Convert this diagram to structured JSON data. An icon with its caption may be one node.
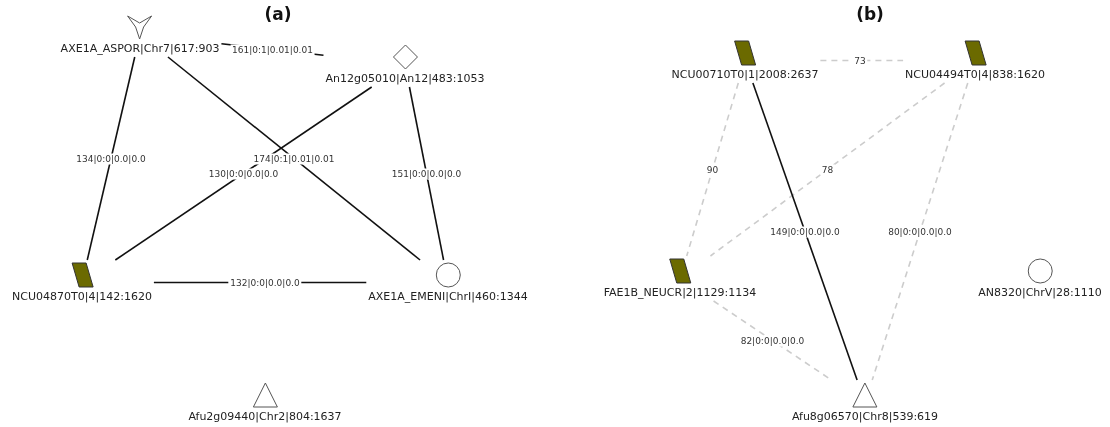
{
  "diagram": {
    "nodes": [
      {
        "text": [
          "AXE1A_ASPOR|Chr7|617:903"
        ]
      },
      {
        "text": [
          "An12g05010|An12|483:1053"
        ]
      },
      {
        "text": [
          "NCU04870T0|4|142:1620"
        ]
      },
      {
        "text": [
          "AXE1A_EMENI|ChrI|460:1344"
        ]
      },
      {
        "text": [
          "Afu2g09440|Chr2|804:1637"
        ]
      },
      {
        "text": [
          "NCU00710T0|1|2008:2637"
        ]
      },
      {
        "text": [
          "NCU04494T0|4|838:1620"
        ]
      },
      {
        "text": [
          "FAE1B_NEUCR|2|1129:1134"
        ]
      },
      {
        "text": [
          "Afu8g06570|Chr8|539:619"
        ]
      },
      {
        "text": [
          "AN8320|ChrV|28:1110"
        ]
      }
    ],
    "edges": [
      {
        "from": 0,
        "to": 1,
        "arrow": "none",
        "label": "161|0:1|0.01|0.01"
      },
      {
        "from": 0,
        "to": 2,
        "arrow": "none",
        "label": "134|0:0|0.0|0.0"
      },
      {
        "from": 0,
        "to": 3,
        "arrow": "none",
        "label": "174|0:1|0.01|0.01"
      },
      {
        "from": 1,
        "to": 2,
        "arrow": "none",
        "label": "130|0:0|0.0|0.0"
      },
      {
        "from": 1,
        "to": 3,
        "arrow": "none",
        "label": "151|0:0|0.0|0.0"
      },
      {
        "from": 2,
        "to": 3,
        "arrow": "none",
        "label": "132|0:0|0.0|0.0"
      },
      {
        "from": 5,
        "to": 6,
        "arrow": "none",
        "label": "73",
        "style": "dashed",
        "color": "#cccccc"
      },
      {
        "from": 5,
        "to": 7,
        "arrow": "none",
        "label": "90",
        "style": "dashed",
        "color": "#cccccc"
      },
      {
        "from": 6,
        "to": 7,
        "arrow": "none",
        "label": "78",
        "style": "dashed",
        "color": "#cccccc"
      },
      {
        "from": 5,
        "to": 8,
        "arrow": "none",
        "label": "149|0:0|0.0|0.0"
      },
      {
        "from": 6,
        "to": 8,
        "arrow": "none",
        "label": "80|0:0|0.0|0.0",
        "style": "dashed",
        "color": "#cccccc"
      },
      {
        "from": 7,
        "to": 8,
        "arrow": "none",
        "label": "82|0:0|0.0|0.0",
        "style": "dashed",
        "color": "#cccccc"
      }
    ],
    "labels": [
      "(a)",
      "(b)"
    ]
  }
}
